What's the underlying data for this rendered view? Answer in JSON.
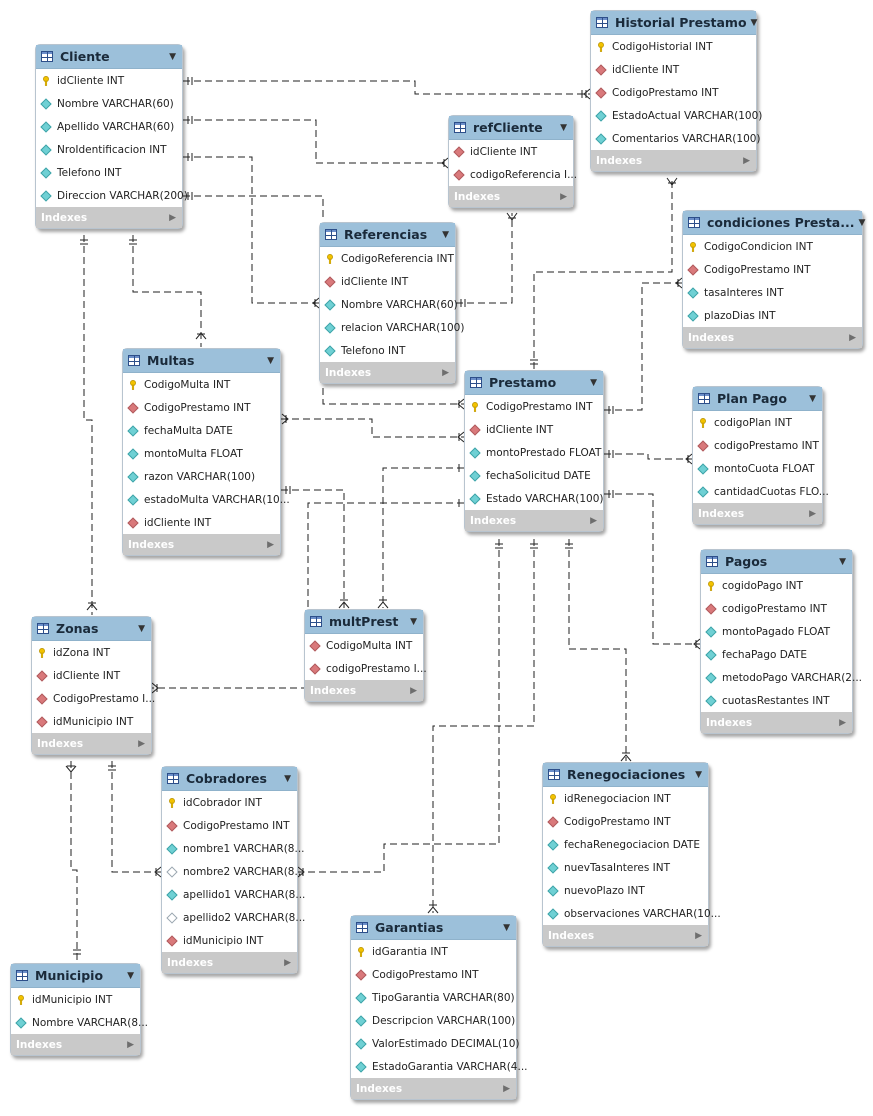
{
  "tables": [
    {
      "id": "cliente",
      "title": "Cliente",
      "columns": [
        {
          "name": "idCliente INT",
          "icon": "pk"
        },
        {
          "name": "Nombre VARCHAR(60)",
          "icon": "col"
        },
        {
          "name": "Apellido VARCHAR(60)",
          "icon": "col"
        },
        {
          "name": "NroIdentificacion INT",
          "icon": "col"
        },
        {
          "name": "Telefono INT",
          "icon": "col"
        },
        {
          "name": "Direccion VARCHAR(200)",
          "icon": "col"
        }
      ]
    },
    {
      "id": "historial",
      "title": "Historial Prestamo",
      "columns": [
        {
          "name": "CodigoHistorial INT",
          "icon": "pk"
        },
        {
          "name": "idCliente INT",
          "icon": "fk"
        },
        {
          "name": "CodigoPrestamo INT",
          "icon": "fk"
        },
        {
          "name": "EstadoActual VARCHAR(100)",
          "icon": "col"
        },
        {
          "name": "Comentarios VARCHAR(100)",
          "icon": "col"
        }
      ]
    },
    {
      "id": "refcliente",
      "title": "refCliente",
      "columns": [
        {
          "name": "idCliente INT",
          "icon": "fk"
        },
        {
          "name": "codigoReferencia I...",
          "icon": "fk"
        }
      ]
    },
    {
      "id": "condiciones",
      "title": "condiciones Presta...",
      "columns": [
        {
          "name": "CodigoCondicion INT",
          "icon": "pk"
        },
        {
          "name": "CodigoPrestamo INT",
          "icon": "fk"
        },
        {
          "name": "tasaInteres INT",
          "icon": "col"
        },
        {
          "name": "plazoDias INT",
          "icon": "col"
        }
      ]
    },
    {
      "id": "referencias",
      "title": "Referencias",
      "columns": [
        {
          "name": "CodigoReferencia INT",
          "icon": "pk"
        },
        {
          "name": "idCliente INT",
          "icon": "fk"
        },
        {
          "name": "Nombre VARCHAR(60)",
          "icon": "col"
        },
        {
          "name": "relacion VARCHAR(100)",
          "icon": "col"
        },
        {
          "name": "Telefono INT",
          "icon": "col"
        }
      ]
    },
    {
      "id": "multas",
      "title": "Multas",
      "columns": [
        {
          "name": "CodigoMulta INT",
          "icon": "pk"
        },
        {
          "name": "CodigoPrestamo INT",
          "icon": "fk"
        },
        {
          "name": "fechaMulta DATE",
          "icon": "col"
        },
        {
          "name": "montoMulta FLOAT",
          "icon": "col"
        },
        {
          "name": "razon VARCHAR(100)",
          "icon": "col"
        },
        {
          "name": "estadoMulta VARCHAR(10...",
          "icon": "col"
        },
        {
          "name": "idCliente INT",
          "icon": "fk"
        }
      ]
    },
    {
      "id": "prestamo",
      "title": "Prestamo",
      "columns": [
        {
          "name": "CodigoPrestamo INT",
          "icon": "pk"
        },
        {
          "name": "idCliente INT",
          "icon": "fk"
        },
        {
          "name": "montoPrestado FLOAT",
          "icon": "col"
        },
        {
          "name": "fechaSolicitud DATE",
          "icon": "col"
        },
        {
          "name": "Estado VARCHAR(100)",
          "icon": "col"
        }
      ]
    },
    {
      "id": "planpago",
      "title": "Plan Pago",
      "columns": [
        {
          "name": "codigoPlan INT",
          "icon": "pk"
        },
        {
          "name": "codigoPrestamo INT",
          "icon": "fk"
        },
        {
          "name": "montoCuota FLOAT",
          "icon": "col"
        },
        {
          "name": "cantidadCuotas FLO...",
          "icon": "col"
        }
      ]
    },
    {
      "id": "pagos",
      "title": "Pagos",
      "columns": [
        {
          "name": "cogidoPago INT",
          "icon": "pk"
        },
        {
          "name": "codigoPrestamo INT",
          "icon": "fk"
        },
        {
          "name": "montoPagado FLOAT",
          "icon": "col"
        },
        {
          "name": "fechaPago DATE",
          "icon": "col"
        },
        {
          "name": "metodoPago VARCHAR(2...",
          "icon": "col"
        },
        {
          "name": "cuotasRestantes INT",
          "icon": "col"
        }
      ]
    },
    {
      "id": "zonas",
      "title": "Zonas",
      "columns": [
        {
          "name": "idZona INT",
          "icon": "pk"
        },
        {
          "name": "idCliente INT",
          "icon": "fk"
        },
        {
          "name": "CodigoPrestamo I...",
          "icon": "fk"
        },
        {
          "name": "idMunicipio INT",
          "icon": "fk"
        }
      ]
    },
    {
      "id": "multprest",
      "title": "multPrest",
      "columns": [
        {
          "name": "CodigoMulta INT",
          "icon": "fk"
        },
        {
          "name": "codigoPrestamo I...",
          "icon": "fk"
        }
      ]
    },
    {
      "id": "renegociaciones",
      "title": "Renegociaciones",
      "columns": [
        {
          "name": "idRenegociacion INT",
          "icon": "pk"
        },
        {
          "name": "CodigoPrestamo INT",
          "icon": "fk"
        },
        {
          "name": "fechaRenegociacion DATE",
          "icon": "col"
        },
        {
          "name": " nuevTasaInteres INT",
          "icon": "col"
        },
        {
          "name": "nuevoPlazo INT",
          "icon": "col"
        },
        {
          "name": "observaciones VARCHAR(10...",
          "icon": "col"
        }
      ]
    },
    {
      "id": "cobradores",
      "title": "Cobradores",
      "columns": [
        {
          "name": "idCobrador INT",
          "icon": "pk"
        },
        {
          "name": "CodigoPrestamo INT",
          "icon": "fk"
        },
        {
          "name": "nombre1 VARCHAR(8...",
          "icon": "col"
        },
        {
          "name": "nombre2 VARCHAR(8...",
          "icon": "hollow"
        },
        {
          "name": "apellido1 VARCHAR(8...",
          "icon": "col"
        },
        {
          "name": "apellido2 VARCHAR(8...",
          "icon": "hollow"
        },
        {
          "name": "idMunicipio INT",
          "icon": "fk"
        }
      ]
    },
    {
      "id": "garantias",
      "title": "Garantias",
      "columns": [
        {
          "name": "idGarantia INT",
          "icon": "pk"
        },
        {
          "name": "CodigoPrestamo INT",
          "icon": "fk"
        },
        {
          "name": "TipoGarantia VARCHAR(80)",
          "icon": "col"
        },
        {
          "name": "Descripcion VARCHAR(100)",
          "icon": "col"
        },
        {
          "name": "ValorEstimado DECIMAL(10)",
          "icon": "col"
        },
        {
          "name": "EstadoGarantia VARCHAR(4...",
          "icon": "col"
        }
      ]
    },
    {
      "id": "municipio",
      "title": "Municipio",
      "columns": [
        {
          "name": "idMunicipio INT",
          "icon": "pk"
        },
        {
          "name": "Nombre VARCHAR(8...",
          "icon": "col"
        }
      ]
    }
  ],
  "footer_label": "Indexes",
  "colors": {
    "header": "#9cc0da",
    "footer": "#c9c9c9",
    "pk_key": "#f2c200",
    "fk_diamond": "#d9797b",
    "col_diamond": "#6fd0d4",
    "connector": "#222222"
  }
}
